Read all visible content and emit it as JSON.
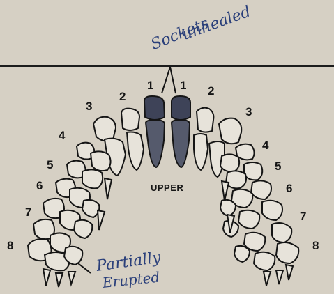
{
  "page": {
    "background_color": "#d6d0c4",
    "ink_color": "#151515",
    "handwriting_color": "#2a3f7a"
  },
  "annotations": {
    "top_note_line1": "Sockets",
    "top_note_line2": "unhealed",
    "bottom_note_line1": "Partially",
    "bottom_note_line2": "Erupted"
  },
  "jaw_label": "UPPER",
  "tooth_numbers": {
    "left": [
      "1",
      "2",
      "3",
      "4",
      "5",
      "6",
      "7",
      "8"
    ],
    "right": [
      "1",
      "2",
      "3",
      "4",
      "5",
      "6",
      "7",
      "8"
    ]
  },
  "highlighted_teeth": [
    "1",
    "1"
  ]
}
